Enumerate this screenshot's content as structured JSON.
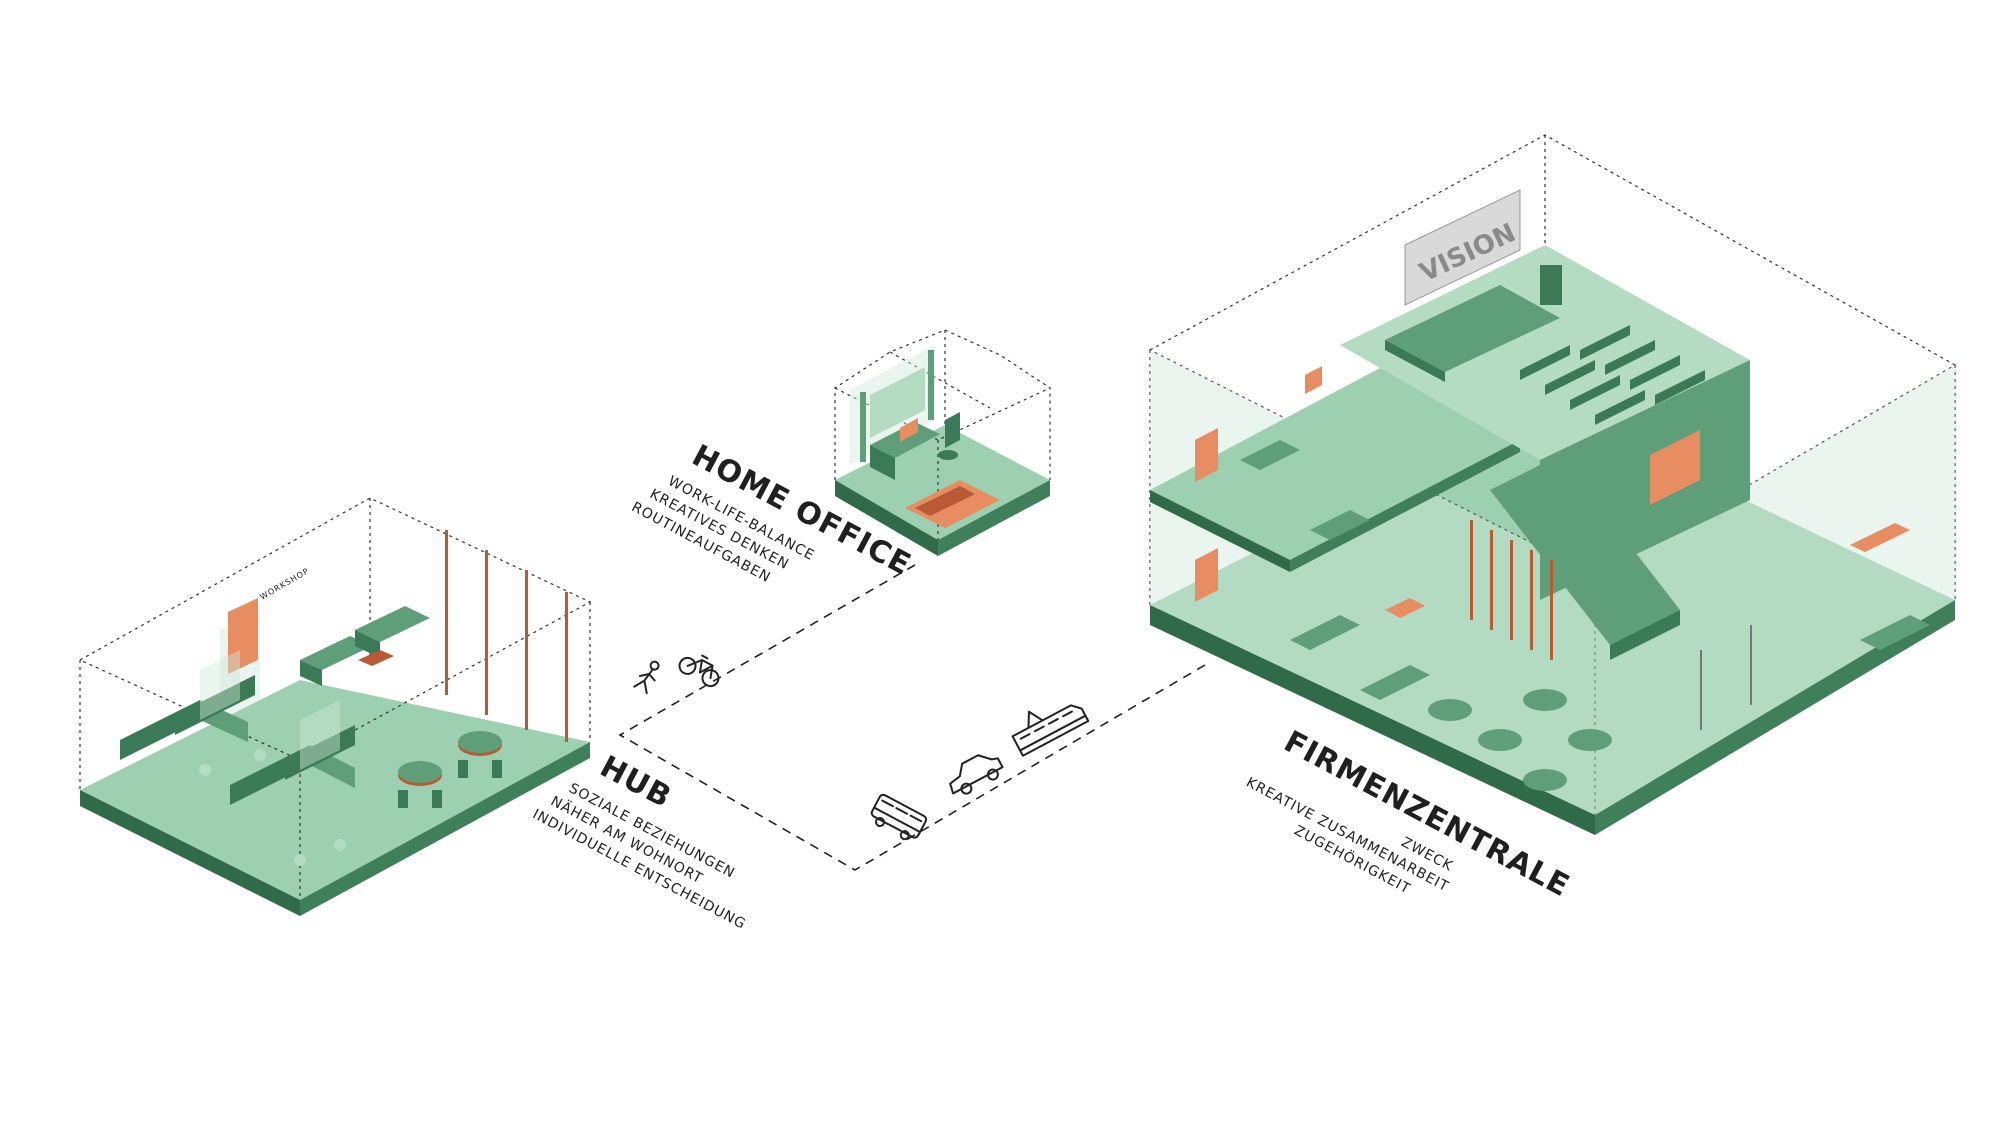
{
  "hub": {
    "title": "HUB",
    "items": [
      "SOZIALE BEZIEHUNGEN",
      "NÄHER AM WOHNORT",
      "INDIVIDUELLE ENTSCHEIDUNG"
    ],
    "sign": "WORKSHOP"
  },
  "home_office": {
    "title": "HOME OFFICE",
    "items": [
      "WORK-LIFE-BALANCE",
      "KREATIVES DENKEN",
      "ROUTINEAUFGABEN"
    ]
  },
  "firmenzentrale": {
    "title": "FIRMENZENTRALE",
    "items": [
      "ZWECK",
      "KREATIVE ZUSAMMENARBEIT",
      "ZUGEHÖRIGKEIT"
    ],
    "stage_sign": "VISION"
  },
  "transport_icons": {
    "home_office": [
      "walking-person-icon",
      "bicycle-icon"
    ],
    "firmenzentrale": [
      "bus-icon",
      "car-icon",
      "train-icon"
    ]
  },
  "colors": {
    "floor": "#9dd0b0",
    "floor_edge": "#2f6b48",
    "furniture": "#5e9e78",
    "accent": "#e88c62"
  }
}
